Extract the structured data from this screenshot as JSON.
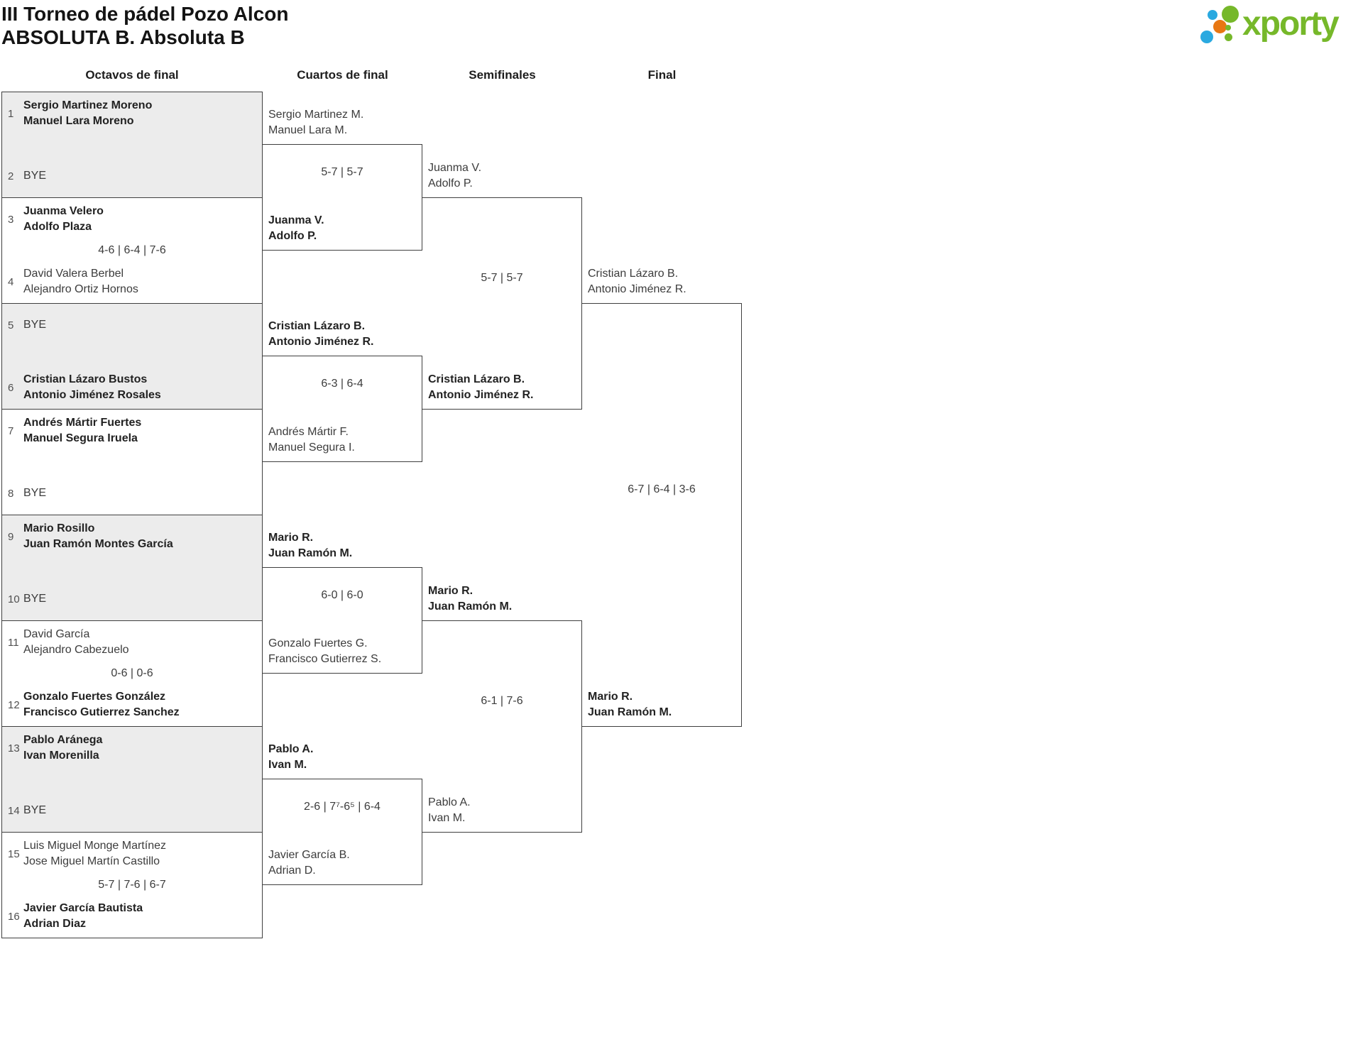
{
  "header": {
    "title": "III Torneo de pádel Pozo Alcon",
    "subtitle": "ABSOLUTA B. Absoluta B"
  },
  "logo": {
    "text": "xporty",
    "green": "#76b82a",
    "blue": "#2aa9e0",
    "orange": "#e87712"
  },
  "rounds": [
    "Octavos de final",
    "Cuartos de final",
    "Semifinales",
    "Final"
  ],
  "r1": [
    {
      "seed_a": "1",
      "a1": "Sergio Martinez Moreno",
      "a2": "Manuel Lara Moreno",
      "seed_b": "2",
      "b1": "BYE",
      "b2": "",
      "score": ""
    },
    {
      "seed_a": "3",
      "a1": "Juanma Velero",
      "a2": "Adolfo Plaza",
      "seed_b": "4",
      "b1": "David Valera Berbel",
      "b2": "Alejandro Ortiz Hornos",
      "score": "4-6 | 6-4 | 7-6"
    },
    {
      "seed_a": "5",
      "a1": "BYE",
      "a2": "",
      "seed_b": "6",
      "b1": "Cristian Lázaro Bustos",
      "b2": "Antonio Jiménez Rosales",
      "score": ""
    },
    {
      "seed_a": "7",
      "a1": "Andrés Mártir Fuertes",
      "a2": "Manuel Segura Iruela",
      "seed_b": "8",
      "b1": "BYE",
      "b2": "",
      "score": ""
    },
    {
      "seed_a": "9",
      "a1": "Mario Rosillo",
      "a2": "Juan Ramón Montes García",
      "seed_b": "10",
      "b1": "BYE",
      "b2": "",
      "score": ""
    },
    {
      "seed_a": "11",
      "a1": "David García",
      "a2": "Alejandro Cabezuelo",
      "seed_b": "12",
      "b1": "Gonzalo Fuertes González",
      "b2": "Francisco Gutierrez Sanchez",
      "score": "0-6 | 0-6"
    },
    {
      "seed_a": "13",
      "a1": "Pablo Aránega",
      "a2": "Ivan Morenilla",
      "seed_b": "14",
      "b1": "BYE",
      "b2": "",
      "score": ""
    },
    {
      "seed_a": "15",
      "a1": "Luis Miguel Monge Martínez",
      "a2": "Jose Miguel Martín Castillo",
      "seed_b": "16",
      "b1": "Javier García Bautista",
      "b2": "Adrian Diaz",
      "score": "5-7 | 7-6 | 6-7"
    }
  ],
  "qf": [
    {
      "a1": "Sergio Martinez M.",
      "a2": "Manuel Lara M.",
      "b1": "Juanma V.",
      "b2": "Adolfo P.",
      "score": "5-7 | 5-7"
    },
    {
      "a1": "Cristian Lázaro B.",
      "a2": "Antonio Jiménez R.",
      "b1": "Andrés Mártir F.",
      "b2": "Manuel Segura I.",
      "score": "6-3 | 6-4"
    },
    {
      "a1": "Mario R.",
      "a2": "Juan Ramón M.",
      "b1": "Gonzalo Fuertes G.",
      "b2": "Francisco Gutierrez S.",
      "score": "6-0 | 6-0"
    },
    {
      "a1": "Pablo A.",
      "a2": "Ivan M.",
      "b1": "Javier García B.",
      "b2": "Adrian D.",
      "score": "2-6 | 7⁷-6⁵ | 6-4"
    }
  ],
  "sf": [
    {
      "a1": "Juanma V.",
      "a2": "Adolfo P.",
      "b1": "Cristian Lázaro B.",
      "b2": "Antonio Jiménez R.",
      "score": "5-7 | 5-7"
    },
    {
      "a1": "Mario R.",
      "a2": "Juan Ramón M.",
      "b1": "Pablo A.",
      "b2": "Ivan M.",
      "score": "6-1 | 7-6"
    }
  ],
  "final": {
    "a1": "Cristian Lázaro B.",
    "a2": "Antonio Jiménez R.",
    "b1": "Mario R.",
    "b2": "Juan Ramón M.",
    "score": "6-7 | 6-4 | 3-6"
  }
}
